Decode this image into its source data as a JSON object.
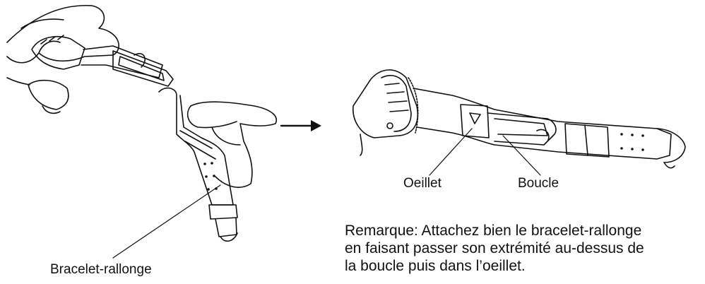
{
  "labels": {
    "left_strap": "Bracelet-rallonge",
    "eyelet": "Oeillet",
    "buckle": "Boucle"
  },
  "note": {
    "lines": [
      "Remarque: Attachez bien le bracelet-rallonge",
      "en faisant passer son extrémité au-dessus de",
      "la boucle puis dans l’oeillet."
    ]
  },
  "colors": {
    "ink": "#111111",
    "paper": "#ffffff"
  }
}
